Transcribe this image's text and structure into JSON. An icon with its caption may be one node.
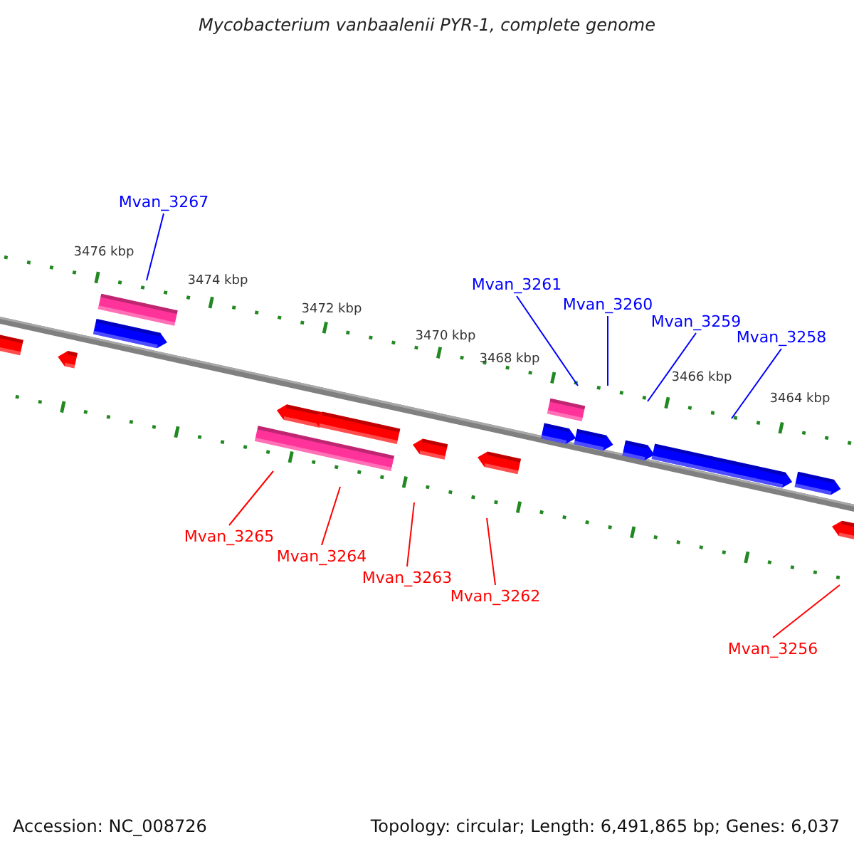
{
  "diagram": {
    "title": "Mycobacterium vanbaalenii PYR-1, complete genome",
    "nodes": [
      {
        "text": [
          "Mvan_3267"
        ]
      },
      {
        "text": [
          "Mvan_3261"
        ]
      },
      {
        "text": [
          "Mvan_3260"
        ]
      },
      {
        "text": [
          "Mvan_3259"
        ]
      },
      {
        "text": [
          "Mvan_3258"
        ]
      },
      {
        "text": [
          "Mvan_3265"
        ]
      },
      {
        "text": [
          "Mvan_3264"
        ]
      },
      {
        "text": [
          "Mvan_3263"
        ]
      },
      {
        "text": [
          "Mvan_3262"
        ]
      },
      {
        "text": [
          "Mvan_3256"
        ]
      }
    ],
    "edges": [
      {
        "from": 0,
        "to": null,
        "arrow": "none",
        "color": "#0000ff"
      },
      {
        "from": 1,
        "to": null,
        "arrow": "none",
        "color": "#0000ff"
      },
      {
        "from": 2,
        "to": null,
        "arrow": "none",
        "color": "#0000ff"
      },
      {
        "from": 3,
        "to": null,
        "arrow": "none",
        "color": "#0000ff"
      },
      {
        "from": 4,
        "to": null,
        "arrow": "none",
        "color": "#0000ff"
      },
      {
        "from": 5,
        "to": null,
        "arrow": "none",
        "color": "#ff0000"
      },
      {
        "from": 6,
        "to": null,
        "arrow": "none",
        "color": "#ff0000"
      },
      {
        "from": 7,
        "to": null,
        "arrow": "none",
        "color": "#ff0000"
      },
      {
        "from": 8,
        "to": null,
        "arrow": "none",
        "color": "#ff0000"
      },
      {
        "from": 9,
        "to": null,
        "arrow": "none",
        "color": "#ff0000"
      }
    ],
    "labels": [
      "3476 kbp",
      "3474 kbp",
      "3472 kbp",
      "3470 kbp",
      "3468 kbp",
      "3466 kbp",
      "3464 kbp",
      "Accession: NC_008726",
      "Topology: circular; Length: 6,491,865 bp; Genes: 6,037"
    ]
  }
}
